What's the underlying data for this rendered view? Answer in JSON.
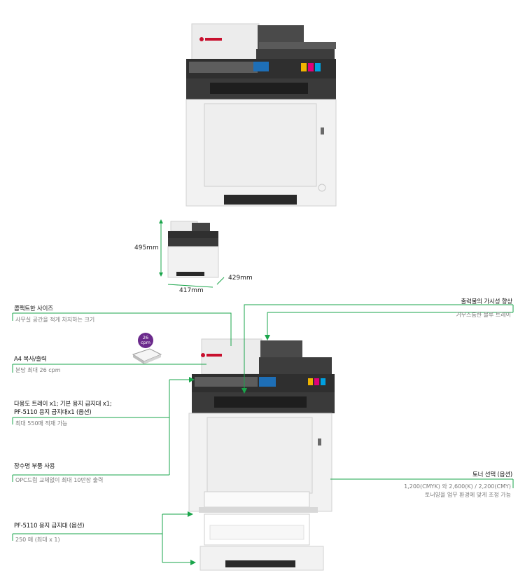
{
  "dimensions": {
    "height": "495mm",
    "width": "417mm",
    "depth": "429mm"
  },
  "features": {
    "compact": {
      "title": "콤팩트한 사이즈",
      "desc": "사무실 공간을 적게 차지하는 크기"
    },
    "copy": {
      "title": "A4 복사/출력",
      "desc": "분당 최대 26 cpm"
    },
    "trays": {
      "title_line1": "다용도 트레이 x1; 기본 용지 급지대 x1;",
      "title_line2": "PF-5110 용지 급지대x1 (옵션)",
      "desc": "최대 550매 적재 가능"
    },
    "parts": {
      "title": "장수명 부품 사용",
      "desc": "OPC드럼 교체없이 최대 10만장 출력"
    },
    "pf5110": {
      "title": "PF-5110 용지 급지대 (옵션)",
      "desc": "250 매 (최대 x 1)"
    },
    "visibility": {
      "title": "출력물의 가시성 향상",
      "desc": "거무스름한 블루 트레이"
    },
    "toner": {
      "title": "토너 선택 (옵션)",
      "desc_line1": "1,200(CMYK) 와 2,600(K) / 2,200(CMY)",
      "desc_line2": "토너양을 업무 환경에 맞게 조정 가능"
    }
  },
  "badge": {
    "value": "26",
    "unit": "cpm"
  },
  "colors": {
    "accent_green": "#1aa54b",
    "badge_purple": "#6b2a8c",
    "brand_red": "#c8102e"
  }
}
